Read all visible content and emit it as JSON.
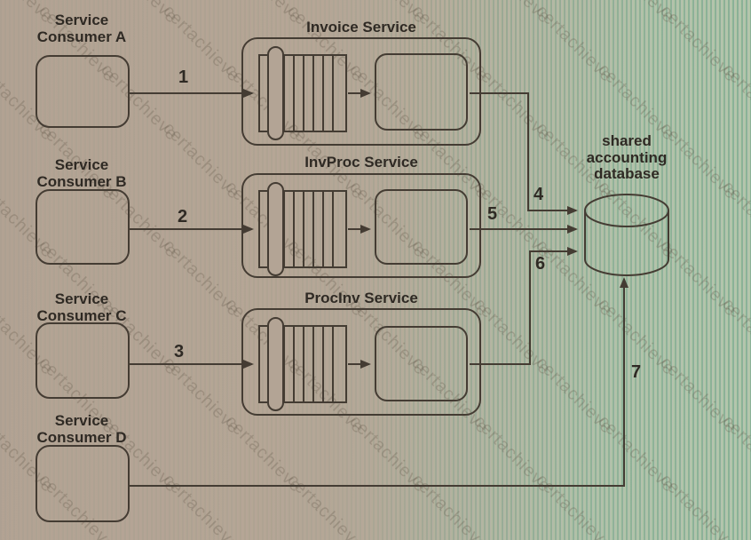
{
  "watermark": {
    "text": "certachieve"
  },
  "palette": {
    "ink": "#443c33",
    "text": "#2f2a24",
    "bg-tan": "#b3a495",
    "bg-green": "#a2bfab"
  },
  "consumers": [
    {
      "label": "Service Consumer A"
    },
    {
      "label": "Service Consumer B"
    },
    {
      "label": "Service Consumer C"
    },
    {
      "label": "Service Consumer D"
    }
  ],
  "services": [
    {
      "title": "Invoice Service"
    },
    {
      "title": "InvProc Service"
    },
    {
      "title": "ProcInv Service"
    }
  ],
  "database": {
    "label": "shared accounting database"
  },
  "arrows": {
    "a1": "1",
    "a2": "2",
    "a3": "3",
    "a4": "4",
    "a5": "5",
    "a6": "6",
    "a7": "7"
  }
}
